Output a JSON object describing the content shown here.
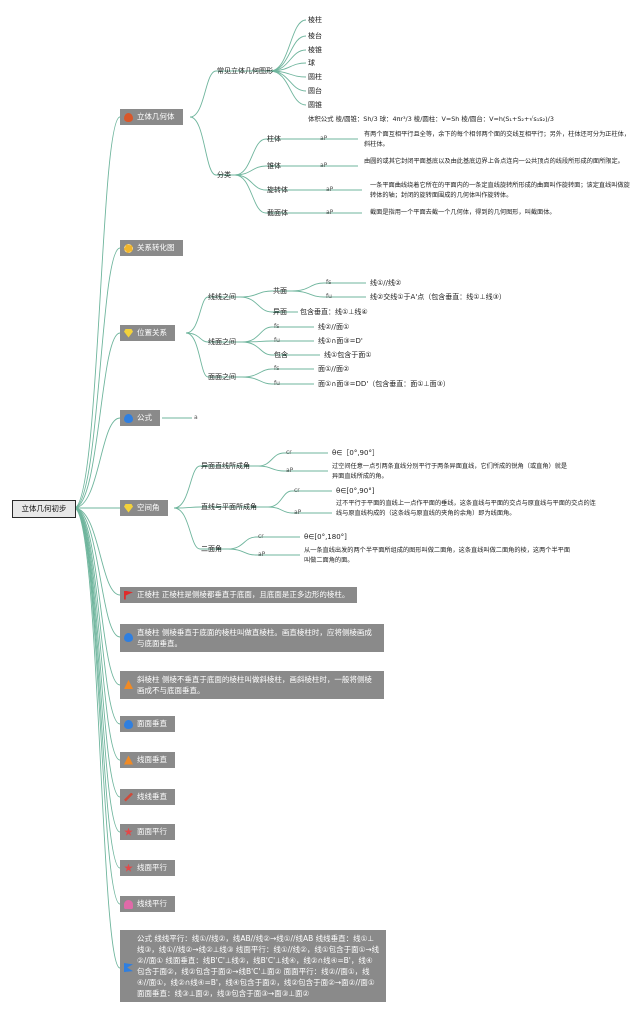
{
  "root": "立体几何初步",
  "colors": {
    "line": "#6fb59d",
    "box": "#8a8a8a",
    "root_border": "#2b2b2b"
  },
  "branches": {
    "b1": {
      "label": "立体几何体",
      "icon": "flame-icon",
      "common_label": "常见立体几何图形",
      "common_items": [
        "棱柱",
        "棱台",
        "棱锥",
        "球",
        "圆柱",
        "圆台",
        "圆锥"
      ],
      "volume": "体积公式 棱/圆锥：Sh/3 球：4πr³/3 棱/圆柱：V=Sh 棱/圆台：V=h(S₁+S₂+√s₁s₂)/3",
      "classify_label": "分类",
      "classify": [
        {
          "name": "柱体",
          "ap": "aP",
          "desc": "有两个面互相平行且全等，余下的每个相邻两个面的交线互相平行；另外，柱体还可分为正柱体，斜柱体。"
        },
        {
          "name": "锥体",
          "ap": "aP",
          "desc": "由圆的或其它封闭平面基底以及由此基底边界上各点连向一公共顶点的线段所形成的面所限定。"
        },
        {
          "name": "旋转体",
          "ap": "aP",
          "desc": "一条平面曲线绕着它所在的平面内的一条定直线旋转所形成的曲面叫作旋转面；该定直线叫做旋转体的轴；封闭的旋转面围成的几何体叫作旋转体。"
        },
        {
          "name": "截面体",
          "ap": "aP",
          "desc": "截面是指用一个平面去截一个几何体，得到的几何图形，叫截面体。"
        }
      ]
    },
    "b2": {
      "label": "关系转化图",
      "icon": "gear-icon"
    },
    "b3": {
      "label": "位置关系",
      "icon": "gem-icon",
      "line_line": "线线之间",
      "coplanar": "共面",
      "cop_fs": "fs",
      "cop_fs_v": "线①//线②",
      "cop_fu": "fu",
      "cop_fu_v": "线②交线①于A'点（包含垂直：线①⊥线③）",
      "skew": "异面",
      "skew_v": "包含垂直：线①⊥线④",
      "line_plane": "线面之间",
      "lp_fs": "fs",
      "lp_fs_v": "线②//面①",
      "lp_fu": "fu",
      "lp_fu_v": "线①∩面③=D'",
      "lp_in": "包含",
      "lp_in_v": "线①包含于面①",
      "plane_plane": "面面之间",
      "pp_fs": "fs",
      "pp_fs_v": "面①//面②",
      "pp_fu": "fu",
      "pp_fu_v": "面①∩面③=DD'（包含垂直：面①⊥面③）"
    },
    "b4": {
      "label": "公式",
      "icon": "drop-icon",
      "child": "a"
    },
    "b5": {
      "label": "空间角",
      "icon": "gem-icon",
      "skew_angle": "异面直线所成角",
      "sa_cr": "cr",
      "sa_cr_v": "θ∈［0°,90°］",
      "sa_ap": "aP",
      "sa_ap_v": "过空间任意一点引两条直线分别平行于两条异面直线，它们所成的锐角（或直角）就是异面直线所成的角。",
      "lp_angle": "直线与平面所成角",
      "la_cr": "cr",
      "la_cr_v": "θ∈[0°,90°]",
      "la_ap": "aP",
      "la_ap_v": "过不平行于平面的直线上一点作平面的垂线，这条直线与平面的交点与原直线与平面的交点的连线与原直线构成的（这条线与原直线的夹角的余角）即为线面角。",
      "dihedral": "二面角",
      "dh_cr": "cr",
      "dh_cr_v": "θ∈[0°,180°]",
      "dh_ap": "aP",
      "dh_ap_v": "从一条直线出发的两个半平面所组成的图形叫做二面角，这条直线叫做二面角的棱，这两个半平面叫做二面角的面。"
    },
    "b6": {
      "label": "正棱柱 正棱柱是侧棱都垂直于底面，且底面是正多边形的棱柱。",
      "icon": "flag-icon"
    },
    "b7": {
      "label": "直棱柱 侧棱垂直于底面的棱柱叫做直棱柱。画直棱柱时，应将侧棱画成与底面垂直。",
      "icon": "drop-icon"
    },
    "b8": {
      "label": "斜棱柱 侧棱不垂直于底面的棱柱叫做斜棱柱，画斜棱柱时，一般将侧棱画成不与底面垂直。",
      "icon": "carrot-icon"
    },
    "b9": {
      "label": "面面垂直",
      "icon": "drop-icon"
    },
    "b10": {
      "label": "线面垂直",
      "icon": "carrot-icon"
    },
    "b11": {
      "label": "线线垂直",
      "icon": "tools-icon"
    },
    "b12": {
      "label": "面面平行",
      "icon": "star-icon"
    },
    "b13": {
      "label": "线面平行",
      "icon": "star-icon"
    },
    "b14": {
      "label": "线线平行",
      "icon": "bird-icon"
    },
    "b15": {
      "label": "公式 线线平行：线①//线②，线AB//线②→线①//线AB 线线垂直：线①⊥线③，线①//线②→线②⊥线③ 线面平行：线①//线②，线①包含于面①→线②//面① 线面垂直：线B'C'⊥线②，线B'C'⊥线④，线②∩线④=B'，线④包含于面②，线②包含于面②→线B'C'⊥面② 面面平行：线②//面①，线④//面①，线②∩线④=B'，线④包含于面②，线②包含于面②→面②//面① 面面垂直：线③⊥面②，线③包含于面③→面③⊥面②",
      "icon": "flag-blue-icon"
    }
  }
}
